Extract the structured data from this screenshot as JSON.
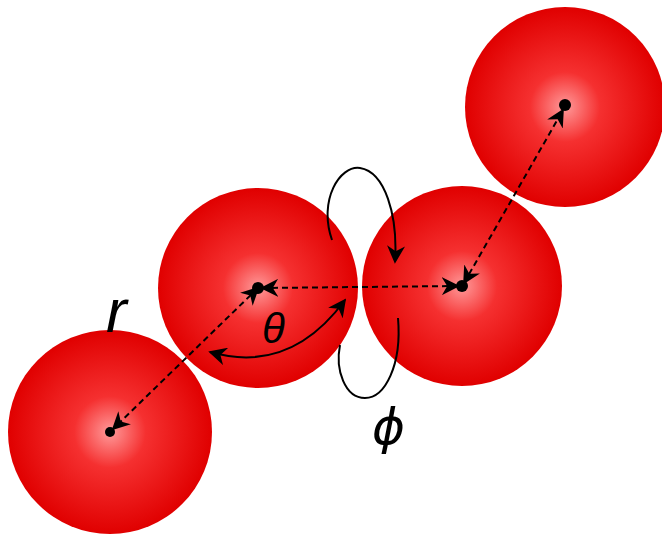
{
  "diagram": {
    "labels": [
      "r",
      "θ",
      "ϕ"
    ]
  }
}
